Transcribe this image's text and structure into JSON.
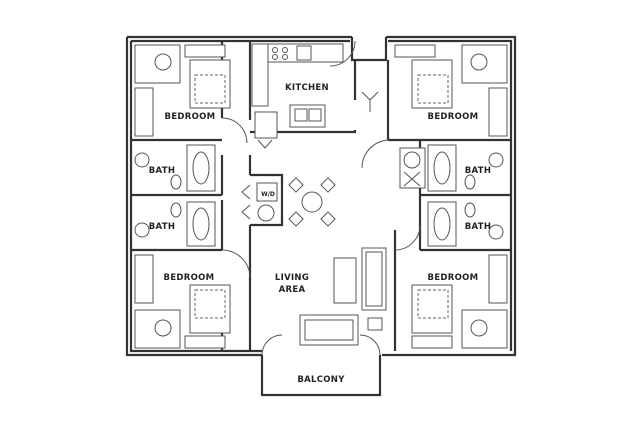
{
  "rooms": {
    "bedroom_top_left": "BEDROOM",
    "bedroom_top_right": "BEDROOM",
    "bedroom_bottom_left": "BEDROOM",
    "bedroom_bottom_right": "BEDROOM",
    "bath_1": "BATH",
    "bath_2": "BATH",
    "bath_3": "BATH",
    "bath_4": "BATH",
    "kitchen": "KITCHEN",
    "living_line1": "LIVING",
    "living_line2": "AREA",
    "balcony": "BALCONY",
    "washer_dryer": "W/D"
  }
}
